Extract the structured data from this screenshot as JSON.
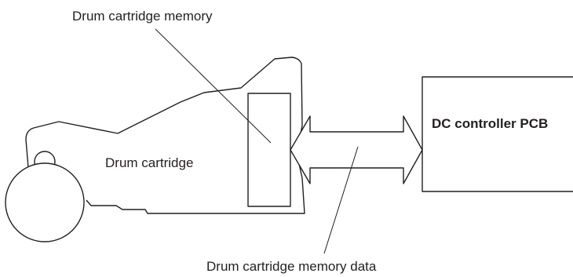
{
  "labels": {
    "memory": "Drum cartridge memory",
    "cartridge": "Drum cartridge",
    "pcb": "DC controller PCB",
    "data": "Drum cartridge memory data"
  },
  "colors": {
    "line": "#231f20",
    "background": "#ffffff"
  }
}
